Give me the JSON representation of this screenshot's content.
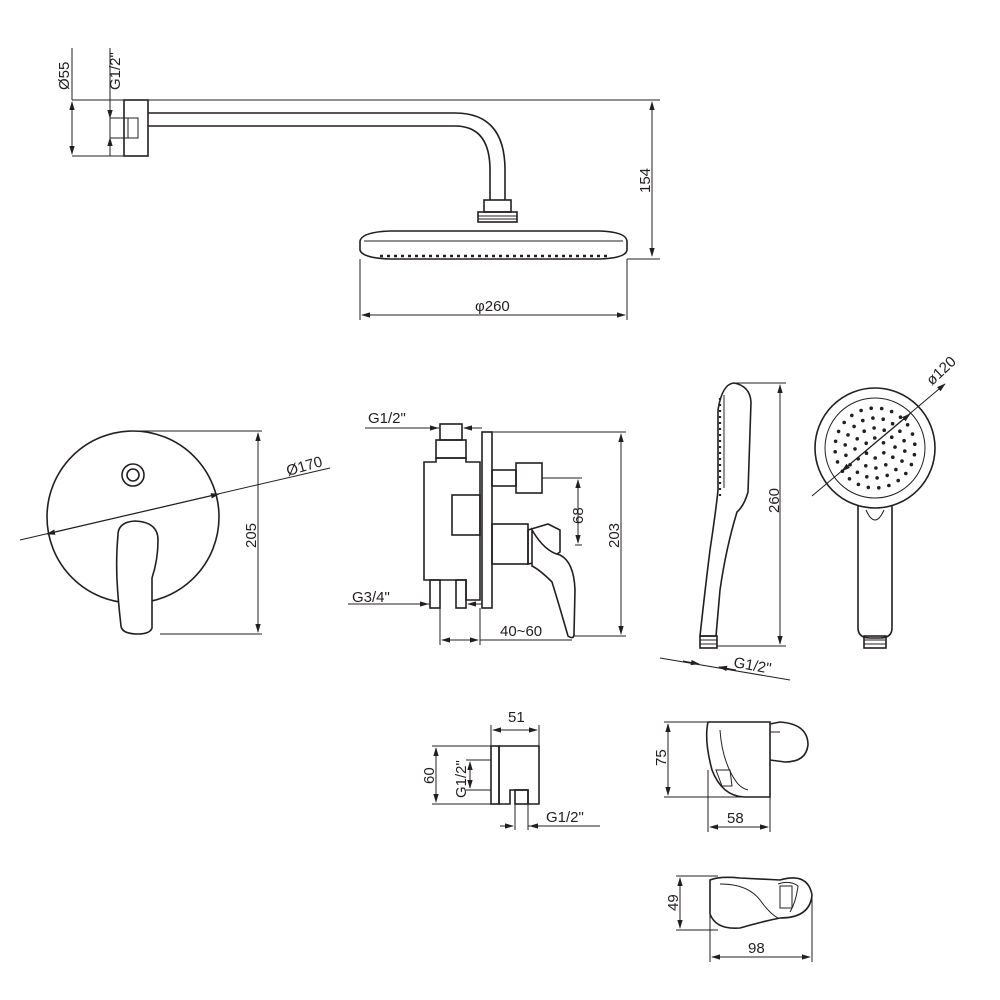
{
  "dimensions": {
    "arm_flange_diameter": "Ø55",
    "arm_thread": "G1/2\"",
    "head_height": "154",
    "head_diameter": "φ260",
    "cover_diameter": "Ø170",
    "cover_height": "205",
    "valve_top_thread": "G1/2\"",
    "valve_bottom_thread": "G3/4\"",
    "valve_spacing": "68",
    "valve_height": "203",
    "valve_depth": "40~60",
    "hand_length": "260",
    "hand_thread": "G1/2\"",
    "hand_face_diameter": "ø120",
    "elbow_width": "51",
    "elbow_height": "60",
    "elbow_side_thread": "G1/2\"",
    "elbow_bottom_thread": "G1/2\"",
    "spout_height": "75",
    "spout_depth": "58",
    "holder_height": "49",
    "holder_length": "98"
  }
}
